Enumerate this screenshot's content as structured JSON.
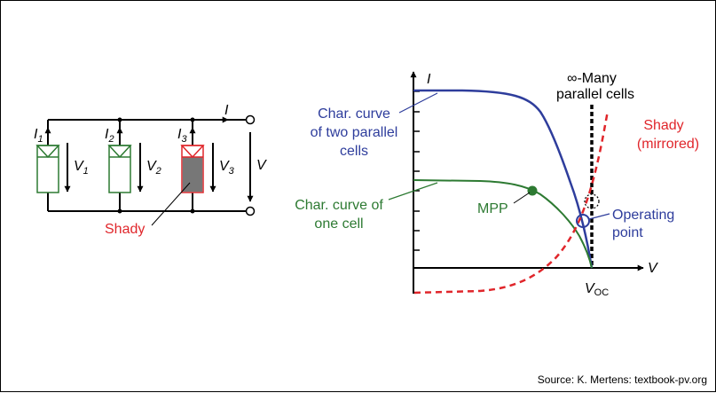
{
  "colors": {
    "blue": "#2e3d9c",
    "green": "#2d7a32",
    "red": "#e0262b",
    "black": "#000000",
    "shade_fill": "#777777"
  },
  "circuit": {
    "cells": [
      {
        "current": "I",
        "current_sub": "1",
        "voltage": "V",
        "voltage_sub": "1"
      },
      {
        "current": "I",
        "current_sub": "2",
        "voltage": "V",
        "voltage_sub": "2"
      },
      {
        "current": "I",
        "current_sub": "3",
        "voltage": "V",
        "voltage_sub": "3"
      }
    ],
    "total_current": "I",
    "total_voltage": "V",
    "shady_label": "Shady"
  },
  "graph": {
    "y_axis": "I",
    "x_axis": "V",
    "voc_main": "V",
    "voc_sub": "OC",
    "many_line1": "∞-Many",
    "many_line2": "parallel cells",
    "two_cells": [
      "Char. curve",
      "of two parallel",
      "cells"
    ],
    "one_cell": [
      "Char. curve of",
      "one cell"
    ],
    "shady_mirrored": [
      "Shady",
      "(mirrored)"
    ],
    "mpp": "MPP",
    "operating": [
      "Operating",
      "point"
    ]
  },
  "source": "Source: K. Mertens: textbook-pv.org"
}
